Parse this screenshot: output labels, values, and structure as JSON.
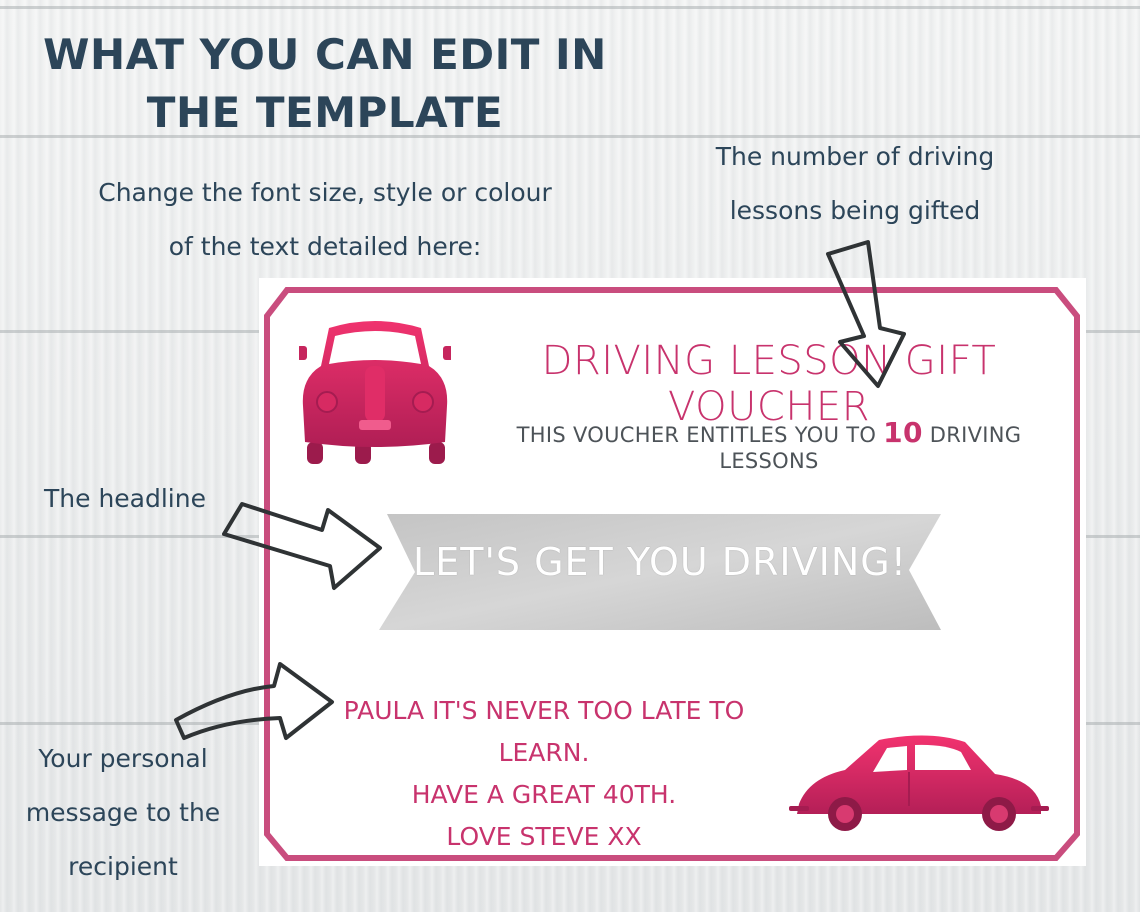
{
  "page_heading": "WHAT YOU CAN EDIT IN THE TEMPLATE",
  "annotations": {
    "edit_note": "Change the font size, style or colour of the text detailed here:",
    "lessons_note": "The number of driving lessons being gifted",
    "headline_note": "The headline",
    "message_note": "Your personal message to the recipient"
  },
  "voucher": {
    "title": "DRIVING LESSON GIFT VOUCHER",
    "subtitle_before": "THIS VOUCHER ENTITLES YOU TO",
    "lesson_count": "10",
    "subtitle_after": "DRIVING LESSONS",
    "headline": "LET'S GET YOU DRIVING!",
    "message_lines": [
      "PAULA IT'S NEVER TOO LATE TO LEARN.",
      "HAVE A GREAT 40TH.",
      "LOVE STEVE XX"
    ]
  },
  "icons": {
    "car_front": "car-front-icon",
    "car_side": "car-side-icon",
    "arrows": "outline-arrow-icon"
  },
  "colors": {
    "heading_text": "#2c4559",
    "voucher_pink": "#c8336d",
    "frame_pink": "#c94d7e",
    "banner_grey": "#c7c7c7",
    "subtitle_grey": "#4d5358"
  }
}
